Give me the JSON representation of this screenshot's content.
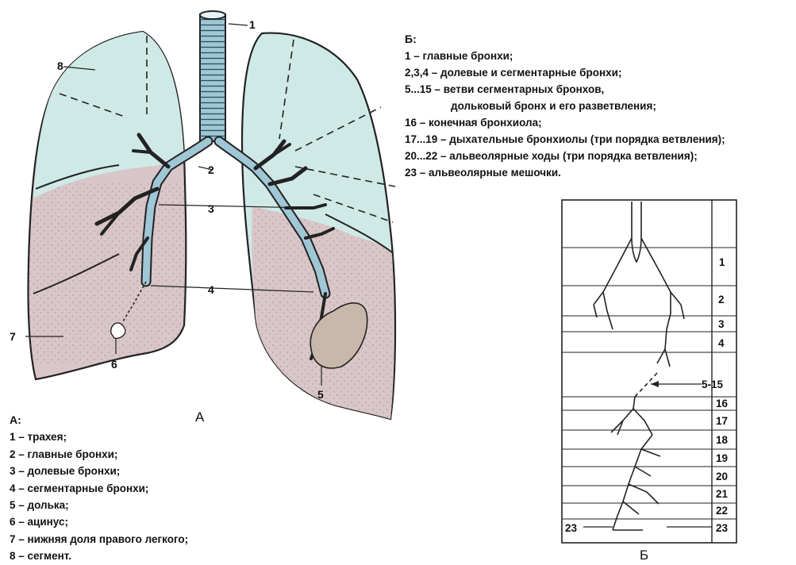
{
  "panel_a": {
    "label": "А",
    "callouts": [
      "1",
      "2",
      "3",
      "4",
      "5",
      "6",
      "7",
      "8"
    ]
  },
  "panel_b": {
    "label": "Б",
    "scale_labels": [
      "1",
      "2",
      "3",
      "4",
      "5-15",
      "16",
      "17",
      "18",
      "19",
      "20",
      "21",
      "22",
      "23"
    ],
    "left_label": "23"
  },
  "legend_a": {
    "heading": "А:",
    "items": [
      "1 – трахея;",
      "2 – главные бронхи;",
      "3 – долевые бронхи;",
      "4 – сегментарные бронхи;",
      "5 – долька;",
      "6 – ацинус;",
      "7 – нижняя доля правого легкого;",
      "8 – сегмент."
    ]
  },
  "legend_b": {
    "heading": "Б:",
    "items": [
      "1 – главные бронхи;",
      "2,3,4 – долевые и сегментарные бронхи;",
      "5...15 – ветви сегментарных бронхов,",
      "дольковый бронх и его разветвления;",
      "16 – конечная бронхиола;",
      "17...19 – дыхательные бронхиолы (три порядка ветвления);",
      "20...22 – альвеолярные ходы (три порядка ветвления);",
      "23 – альвеолярные мешочки."
    ]
  },
  "colors": {
    "upper_lobe": "#cfe9e6",
    "lower_lobe": "#d9c6c9",
    "lower_lobe_dark": "#c49aa6",
    "airway": "#9fc7d6",
    "outline": "#222222"
  }
}
